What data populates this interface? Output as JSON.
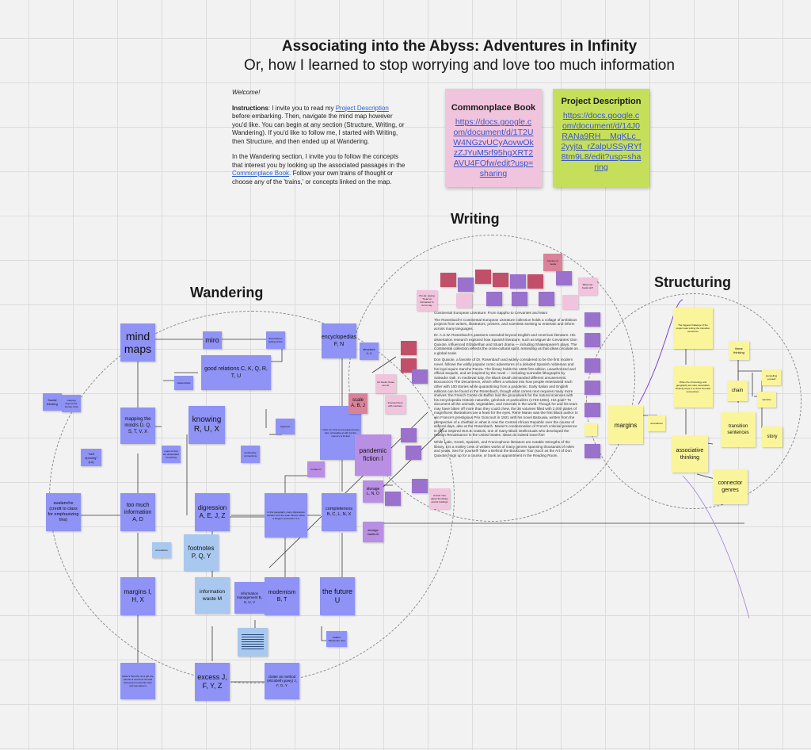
{
  "title": "Associating into the Abyss: Adventures in Infinity",
  "subtitle": "Or, how I learned to stop worrying and love too much information",
  "intro": {
    "welcome": "Welcome!",
    "instructions_label": "Instructions",
    "p1_before": ": I invite you to read my ",
    "p1_link": "Project Description",
    "p1_after": " before embarking. Then, navigate the mind map however you'd like. You can begin at any section (Structure, Writing, or Wandering). If you'd like to follow me, I started with Writing, then Structure, and then ended up at Wandering.",
    "p2_before": "In the Wandering section, I invite you to follow the concepts that interest you by looking up the associated passages in the ",
    "p2_link": "Commonplace Book",
    "p2_after": ". Follow your own trains of thought or choose any of the 'trains,' or concepts linked on the map."
  },
  "cards": {
    "commonplace": {
      "heading": "Commonplace Book",
      "url": "https://docs.google.com/document/d/1T2UW4NGzvUCyAovwOkzZJYuM5rf95hgXRT2AVU4FOfw/edit?usp=sharing"
    },
    "project": {
      "heading": "Project Description",
      "url": "https://docs.google.com/document/d/14J0RANa9RH__MqKLc_2yyjta_rZalpUSSyRYf8tm9L8/edit?usp=sharing"
    }
  },
  "sections": {
    "writing": "Writing",
    "wandering": "Wandering",
    "structuring": "Structuring"
  },
  "wandering_notes": {
    "mind_maps": "mind maps",
    "miro": "miro",
    "miro_side": "that features spilling article",
    "good_relations": "good relations C, K, Q, R, T, U",
    "small_purple": "relationships",
    "fractal": "fractal thinking",
    "mapping_beyond": "mapping beyond the human mind",
    "mapping_mind": "mapping the mind/s D, Q, S, T, V, X",
    "self_ripening": "\"self ripening\" (Lu)",
    "knowing": "knowing R, U, X",
    "small_middle": "maps of how we understand something",
    "encyclopedias": "encyclopedias F, N",
    "structure_vx": "structure V, X",
    "long_note": "I wish my mind encompassed every fact, retrievable at will, but the memory is limited",
    "hypertext": "hypertext",
    "nonlinearity": "nonlinearity, connections",
    "avalanche": "avalanche (credit to class for emphasizing this)",
    "too_much": "too much information A, D",
    "digression": "digression A, E, J, Z",
    "tangent_note": "In this paragraph, many digressions wander from the main thread, follow a tangent, and return to it",
    "completeness": "completeness B, C, L, N, X",
    "annotations": "annotations",
    "footnotes": "footnotes P, Q, Y",
    "margins_w": "margins I, H, X",
    "info_waste": "information waste M",
    "info_mgmt": "information management B, S, U, V",
    "modernism": "modernism B, T",
    "future": "the future U",
    "kafka": "Kafka's \"Bohemian\" Era",
    "helen": "Helen's 'Dorothy' as a gift, the friends of someone all read that person's favorite book and annotated it",
    "excess": "excess J, F, Y, Z",
    "clutter": "clutter as method (elizabeth gowy) J, F, G, Y",
    "storage": "storage L, N, O",
    "storage_vaults": "storage vaults B",
    "borders": "borders K"
  },
  "writing_notes": {
    "scale": "scale A, B, J",
    "pandemic": "pandemic fiction I",
    "art_books": "Art books: those are art",
    "interrupt": "Interrupt them with numbers",
    "function_media": "function of media",
    "what_books": "What can books do?",
    "pro_tip": "Pro-tip: saying 'Tread on Cervantes' is fun to say",
    "small_note": "A short note about the library and its holdings"
  },
  "structuring_notes": {
    "margins": "margins",
    "annotations": "annotations",
    "associative": "associative thinking",
    "connector": "connector genres",
    "chain": "chain",
    "transition": "transition sentences",
    "story": "story",
    "narrative": "narrative",
    "linear": "linear thinking",
    "storytelling": "storytelling yourself",
    "biggest": "The biggest challenge of the project was writing the transition sentences",
    "chronology": "When the chronology and geography are said, associative thinking steps in to draw thematic connections."
  },
  "document": {
    "heading": "Continental European Literature: From Sappho to Cervantes and Marx",
    "p1": "The Rosenbach's Continental European Literature collection holds a collage of ambitious projects from writers, illustrators, printers, and scientists seeking to entertain and inform across many languages.",
    "p2": "Dr. A.S.W. Rosenbach's passions extended beyond English and American literature. His dissertation research explored how Spanish literature, such as Miguel de Cervantes' Don Quixote, influenced Elizabethan and Stuart drama — including Shakespeare's plays. The Continental collection reflects the cross-cultural spirit, reminding us that ideas circulate on a global scale.",
    "p3": "Don Quixote, a favorite of Dr. Rosenbach and widely considered to be the first modern novel, follows the wildly popular comic adventures of a deluded Spanish nobleman and his loyal squire Sancho Panza. The library holds the 1605 first edition, unauthorized and official sequels, and art inspired by the novel — including surrealist lithographs by Salvador Dali. In medieval Italy, the Black Death demanded different amusements: Boccaccio's The Decameron, which offers a window into how people entertained each other with 100 stories while quarantining from a pandemic. Early Italian and English editions can be found in the Rosenbach, though what comes next requires many more shelves: the French Comte de Buffon laid the groundwork for the natural sciences with his encyclopedia Histoire naturelle, générale et particulière (1749-1804). His goal? To document all the animals, vegetables, and minerals in the world. Though he and his team may have bitten off more than they could chew, the 36 volumes filled with 2,000 plates of magnificent illustrations are a feast for the eyes. René Maran was the first Black author to win France's prestigious Prix Goncourt in 1921 with his novel Batouala, written from the perspective of a chieftain in what is now the Central African Republic over the course of several days, also at the Rosenbach. Maran's condemnation of French colonial presence in Africa inspired W.E.B. DuBois, one of many Black intellectuals who developed the Harlem Renaissance in the United States. Ideas do indeed travel far!",
    "p4": "While Latin, Greek, Spanish, and Francophone literature are notable strengths of the library, it is a motley crew of written works of many genres spanning thousands of miles and years. See for yourself! Take a Behind the Bookcase Tour (such as the Art of Don Quixote), sign up for a course, or book an appointment in the Reading Room."
  },
  "colors": {
    "blue_note": "#8f93f5",
    "light_blue_note": "#a9c8ef",
    "pink_card": "#f1c4dd",
    "green_card": "#c6df5b",
    "purple_note": "#b88fe3",
    "rose_note": "#d9829a",
    "yellow_note": "#faf59b"
  }
}
